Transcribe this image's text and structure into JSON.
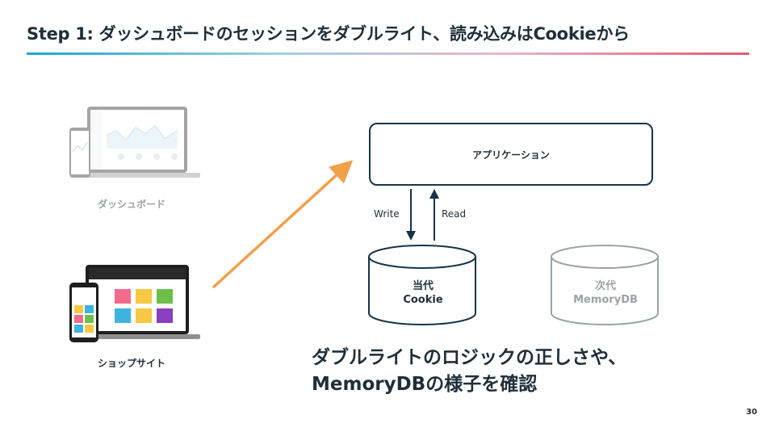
{
  "slide": {
    "title": "Step 1: ダッシュボードのセッションをダブルライト、読み込みはCookieから",
    "page_number": "30"
  },
  "clients": {
    "dashboard": {
      "label": "ダッシュボード"
    },
    "shop": {
      "label": "ショップサイト"
    }
  },
  "diagram": {
    "application": "アプリケーション",
    "write_label": "Write",
    "read_label": "Read",
    "current_store": {
      "line1": "当代",
      "line2": "Cookie"
    },
    "next_store": {
      "line1": "次代",
      "line2": "MemoryDB"
    }
  },
  "note": {
    "line1": "ダブルライトのロジックの正しさや、",
    "line2": "MemoryDBの様子を確認"
  },
  "colors": {
    "dark": "#15344a",
    "muted": "#9aa3a8",
    "arrow": "#f2a04a",
    "gradient_start": "#18a8d0",
    "gradient_end": "#e05c75"
  }
}
